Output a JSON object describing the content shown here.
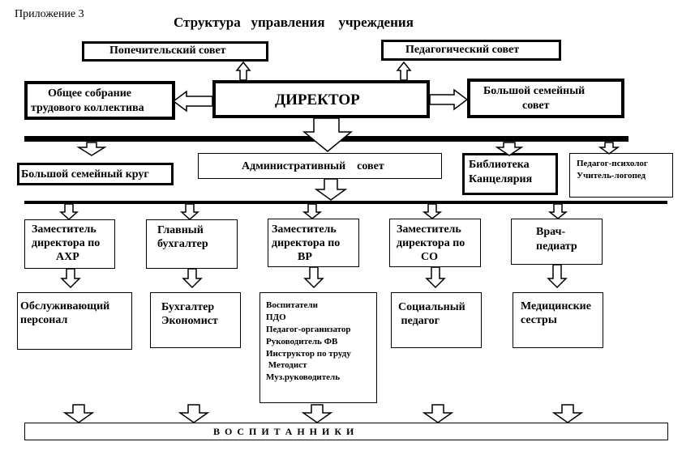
{
  "appendix": "Приложение 3",
  "title": "Структура   управления    учреждения",
  "top": {
    "board_of_trustees": "Попечительский совет",
    "pedagogical_council": "Педагогический совет",
    "general_meeting_line1": "Общее собрание",
    "general_meeting_line2": "трудового коллектива",
    "director": "ДИРЕКТОР",
    "family_council_line1": "Большой семейный",
    "family_council_line2": "совет"
  },
  "middle": {
    "family_circle": "Большой семейный круг",
    "admin_council": "Административный    совет",
    "library_line1": "Библиотека",
    "library_line2": "Канцелярия",
    "psych_line1": "Педагог-психолог",
    "psych_line2": "Учитель-логопед"
  },
  "deputies": {
    "axr": [
      "Заместитель",
      "директора по",
      "АХР"
    ],
    "accountant": [
      "Главный",
      "бухгалтер"
    ],
    "vr": [
      "Заместитель",
      "директора по",
      "ВР"
    ],
    "so": [
      "Заместитель",
      "директора по",
      "СО"
    ],
    "doctor": [
      "Врач-",
      "педиатр"
    ]
  },
  "staff": {
    "service": [
      "Обслуживающий",
      "персонал"
    ],
    "accounting": [
      "Бухгалтер",
      "Экономист"
    ],
    "educators": [
      "Воспитатели",
      "ПДО",
      "Педагог-организатор",
      "Руководитель ФВ",
      "Инструктор по труду",
      " Методист",
      "Муз.руководитель"
    ],
    "social": [
      "Социальный",
      " педагог"
    ],
    "medical": [
      "Медицинские",
      "сестры"
    ]
  },
  "pupils": "В  О  С  П  И  Т  А  Н  Н  И  К  И"
}
